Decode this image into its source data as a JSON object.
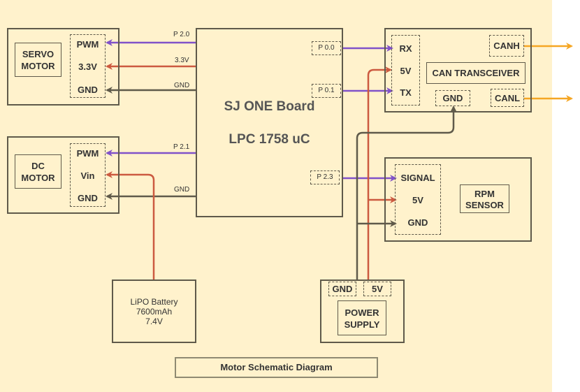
{
  "title": "Motor Schematic Diagram",
  "board": {
    "line1": "SJ ONE Board",
    "line2": "LPC 1758 uC"
  },
  "servo": {
    "label_line1": "SERVO",
    "label_line2": "MOTOR",
    "pins": [
      "PWM",
      "3.3V",
      "GND"
    ]
  },
  "dc": {
    "label_line1": "DC",
    "label_line2": "MOTOR",
    "pins": [
      "PWM",
      "Vin",
      "GND"
    ]
  },
  "can": {
    "label": "CAN TRANSCEIVER",
    "pins": [
      "RX",
      "5V",
      "TX"
    ],
    "gnd": "GND",
    "canh": "CANH",
    "canl": "CANL"
  },
  "rpm": {
    "label_line1": "RPM",
    "label_line2": "SENSOR",
    "pins": [
      "SIGNAL",
      "5V",
      "GND"
    ]
  },
  "battery": {
    "line1": "LiPO Battery",
    "line2": "7600mAh",
    "line3": "7.4V"
  },
  "power": {
    "label_line1": "POWER",
    "label_line2": "SUPPLY",
    "gnd": "GND",
    "v5": "5V"
  },
  "wire_labels": {
    "p20": "P 2.0",
    "v33": "3.3V",
    "gnd1": "GND",
    "p21": "P 2.1",
    "gnd2": "GND",
    "p00": "P 0.0",
    "p01": "P 0.1",
    "p23": "P 2.3"
  },
  "colors": {
    "pwm": "#8052c9",
    "power": "#cc5a40",
    "ground": "#5f5a4a",
    "can_bus": "#f5a623",
    "background": "#fff2cc"
  }
}
